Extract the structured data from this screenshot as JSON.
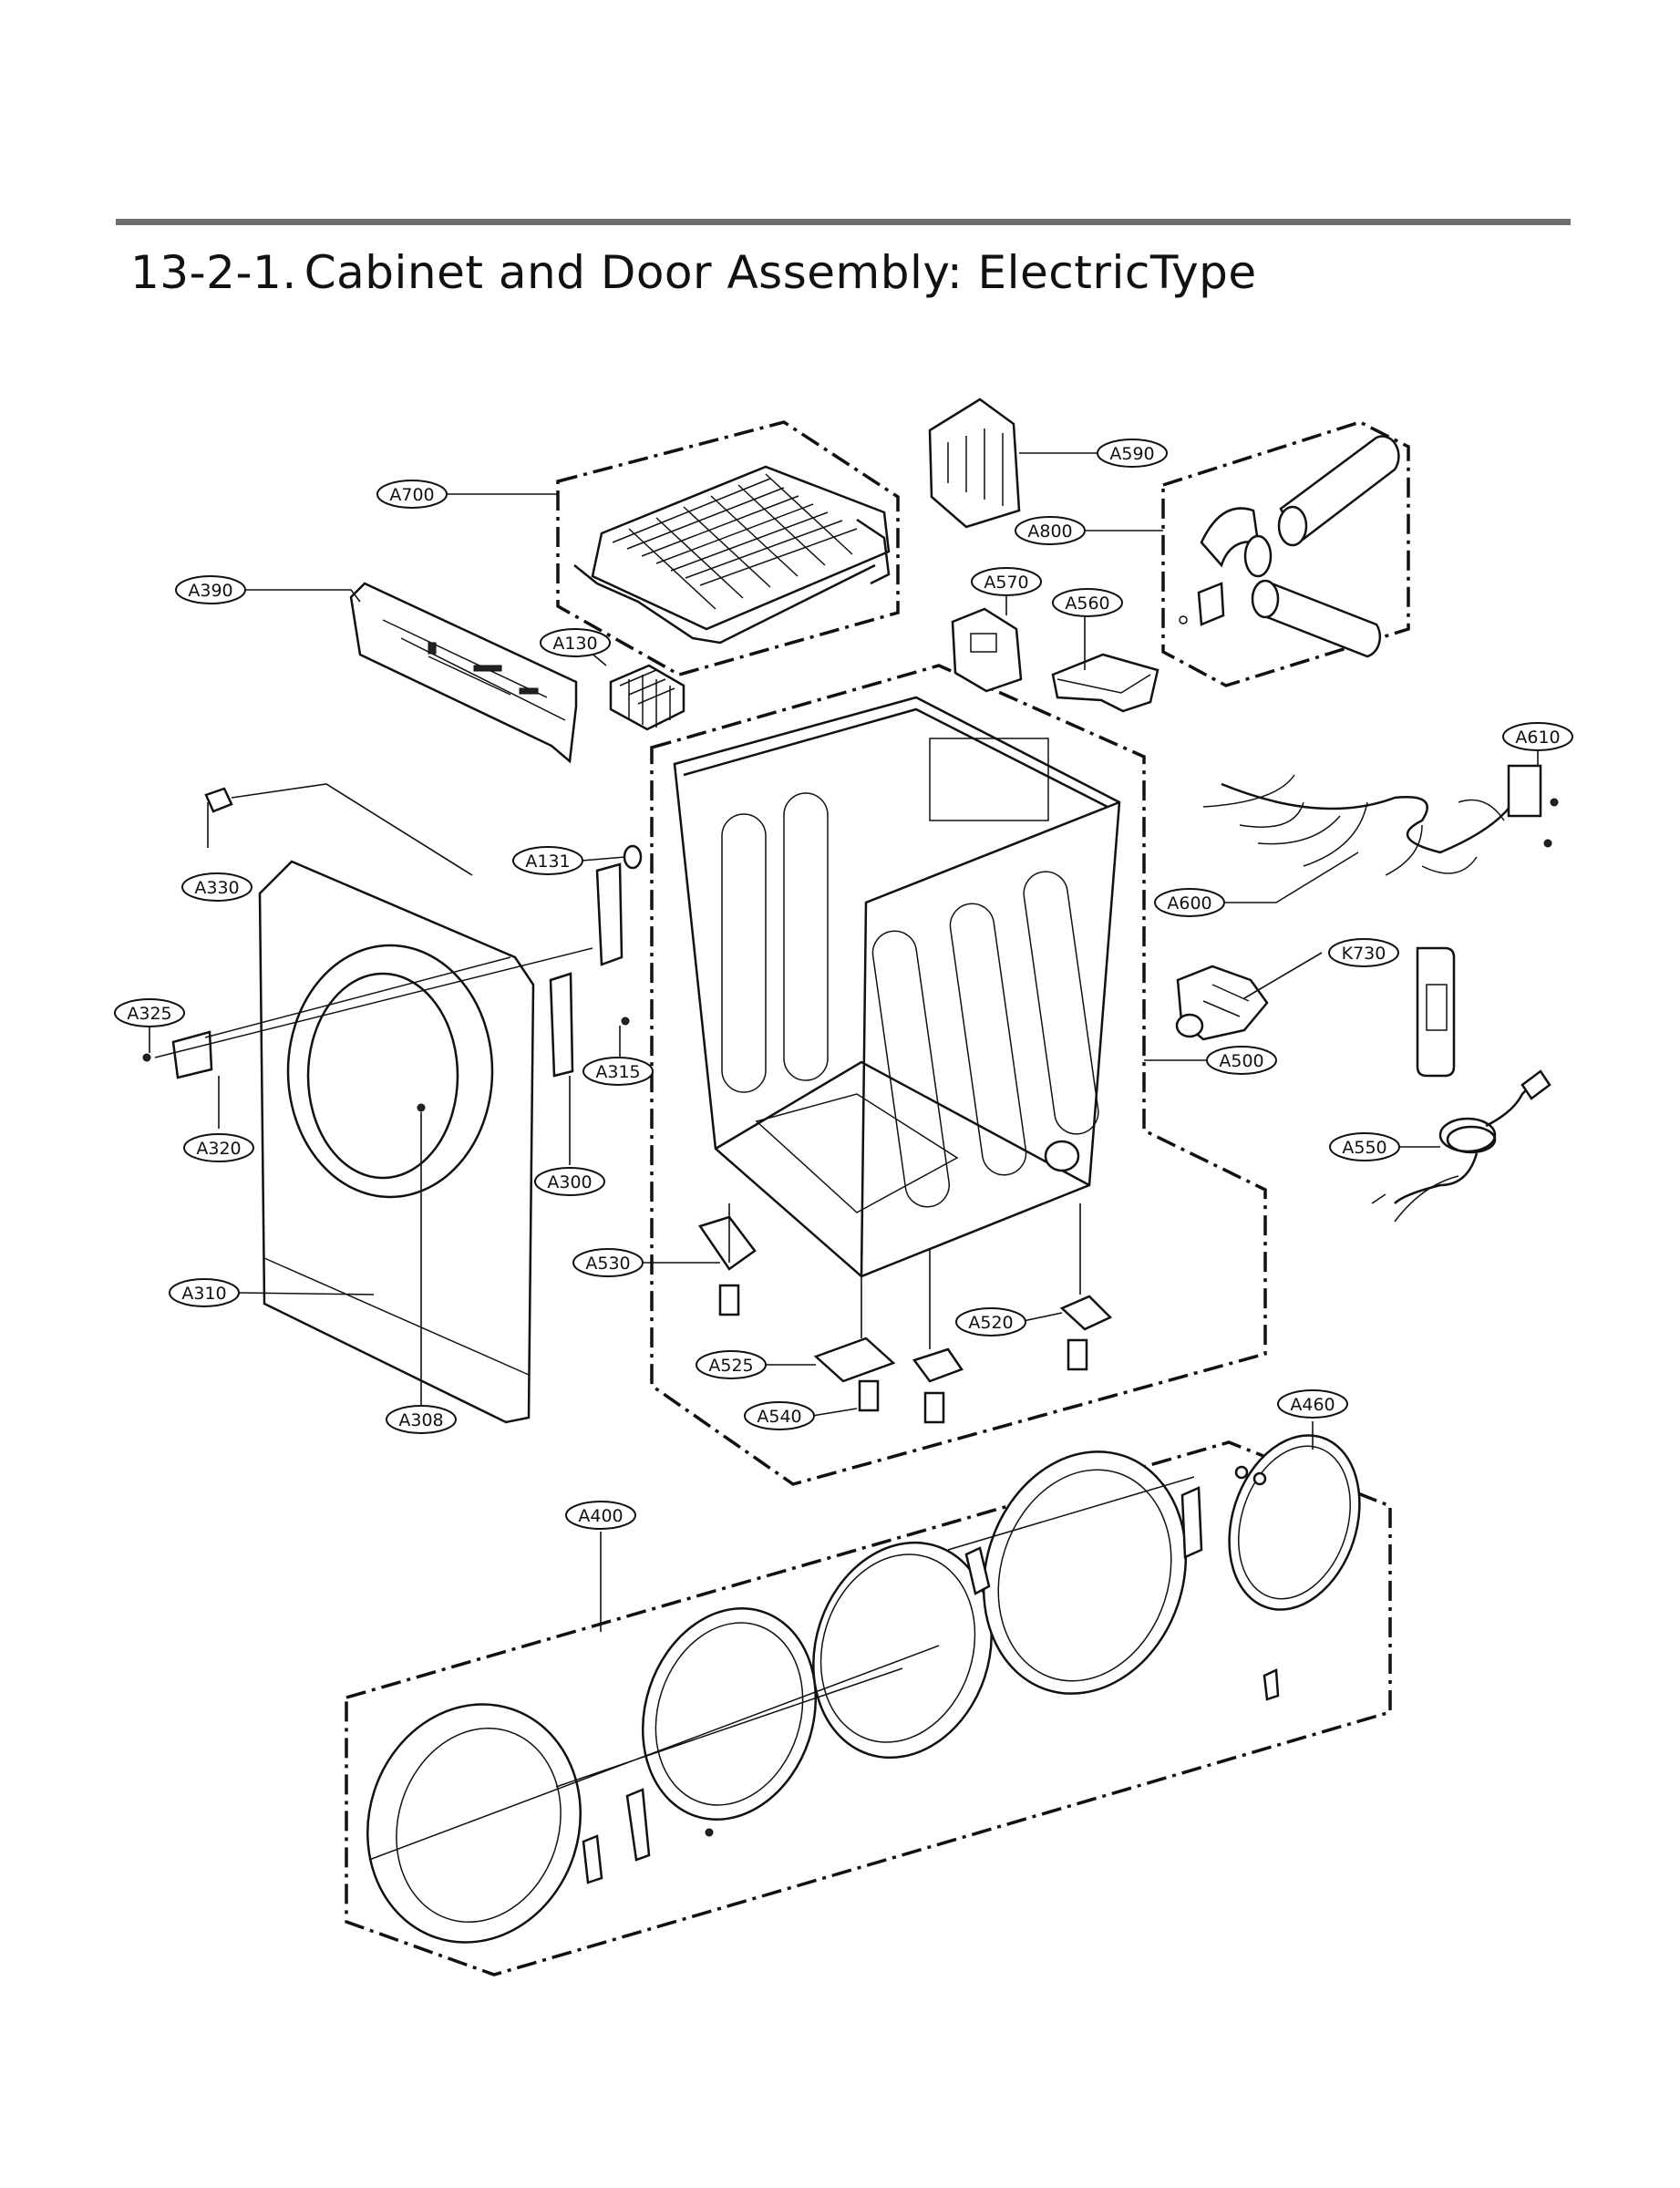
{
  "header": {
    "number": "13-2-1.",
    "title": "Cabinet and Door Assembly: ElectricType"
  },
  "labels": {
    "a700": "A700",
    "a390": "A390",
    "a130": "A130",
    "a590": "A590",
    "a800": "A800",
    "a570": "A570",
    "a560": "A560",
    "a610": "A610",
    "a330": "A330",
    "a131": "A131",
    "a600": "A600",
    "k730": "K730",
    "a325": "A325",
    "a315": "A315",
    "a500": "A500",
    "a550": "A550",
    "a320": "A320",
    "a300": "A300",
    "a530": "A530",
    "a310": "A310",
    "a520": "A520",
    "a525": "A525",
    "a540": "A540",
    "a308": "A308",
    "a460": "A460",
    "a400": "A400"
  }
}
